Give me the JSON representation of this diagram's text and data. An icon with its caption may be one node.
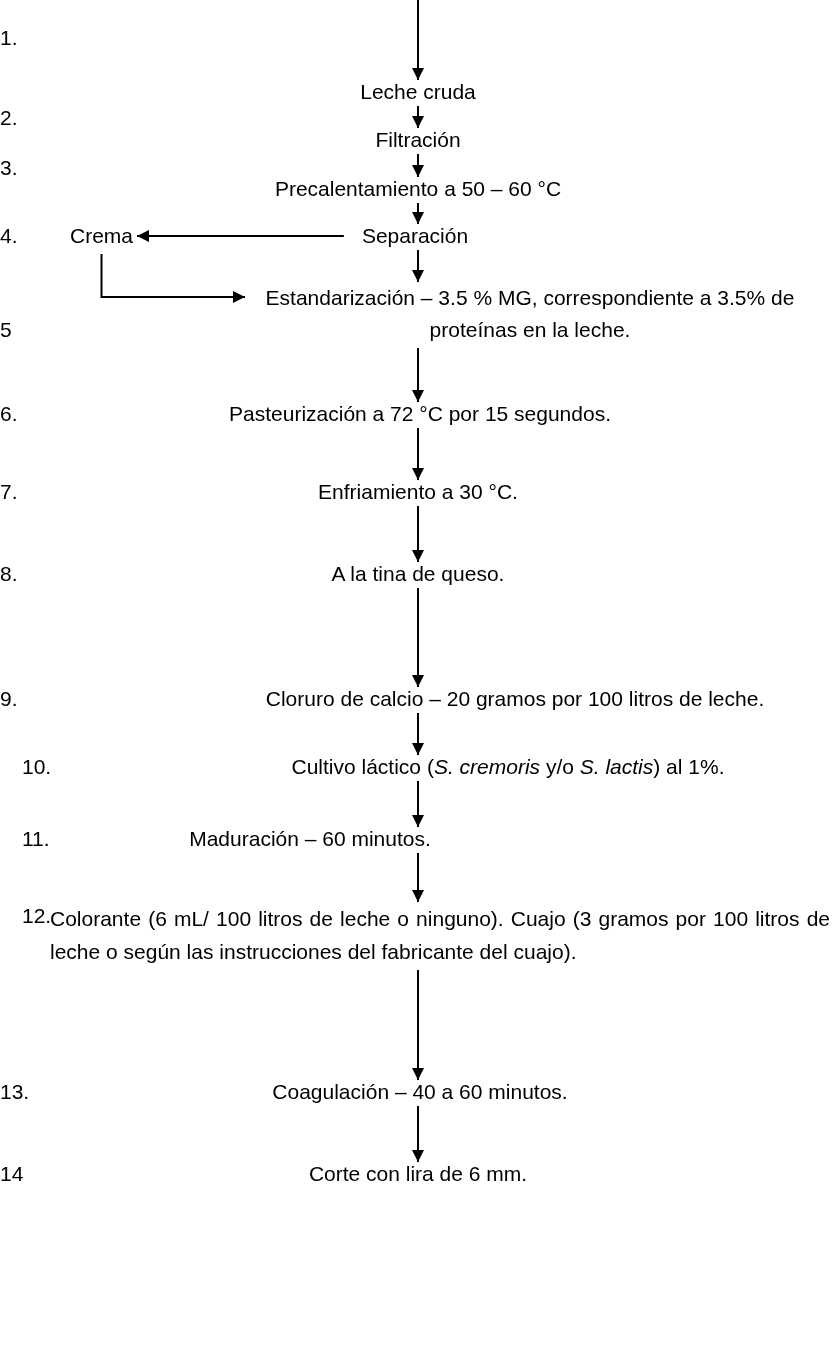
{
  "diagram": {
    "nodes": [
      {
        "text": [
          "Leche cruda"
        ]
      },
      {
        "text": [
          "Filtración"
        ]
      },
      {
        "text": [
          "Precalentamiento a 50 – 60 °C"
        ]
      },
      {
        "text": [
          "Separación"
        ]
      },
      {
        "text": [
          "Crema"
        ]
      },
      {
        "text": [
          "Estandarización – 3.5 %  MG, correspondiente a 3.5% de proteínas en la leche."
        ]
      },
      {
        "text": [
          "Pasteurización a 72 °C  por 15 segundos."
        ]
      },
      {
        "text": [
          "Enfriamiento a 30 °C."
        ]
      },
      {
        "text": [
          "A la tina de queso."
        ]
      },
      {
        "text": [
          "Cloruro de calcio – 20 gramos por 100 litros de leche."
        ]
      },
      {
        "text": [
          "Cultivo láctico (*S. cremoris* y/o *S. lactis*) al 1%."
        ]
      },
      {
        "text": [
          "Maduración – 60 minutos."
        ]
      },
      {
        "text": [
          "Colorante (6 mL/ 100 litros de leche o ninguno). Cuajo (3 gramos por 100 litros de leche o según las instrucciones del fabricante del cuajo)."
        ]
      },
      {
        "text": [
          "Coagulación – 40 a 60 minutos."
        ]
      },
      {
        "text": [
          "Corte con lira de 6 mm."
        ]
      }
    ],
    "edges": [
      {
        "from": null,
        "to": 0,
        "arrow": "to"
      },
      {
        "from": 0,
        "to": 1,
        "arrow": "to"
      },
      {
        "from": 1,
        "to": 2,
        "arrow": "to"
      },
      {
        "from": 2,
        "to": 3,
        "arrow": "to"
      },
      {
        "from": 3,
        "to": 4,
        "arrow": "to"
      },
      {
        "from": 3,
        "to": 5,
        "arrow": "to"
      },
      {
        "from": 4,
        "to": 5,
        "arrow": "to"
      },
      {
        "from": 5,
        "to": 6,
        "arrow": "to"
      },
      {
        "from": 6,
        "to": 7,
        "arrow": "to"
      },
      {
        "from": 7,
        "to": 8,
        "arrow": "to"
      },
      {
        "from": 8,
        "to": 9,
        "arrow": "to"
      },
      {
        "from": 9,
        "to": 10,
        "arrow": "to"
      },
      {
        "from": 10,
        "to": 11,
        "arrow": "to"
      },
      {
        "from": 11,
        "to": 12,
        "arrow": "to"
      },
      {
        "from": 12,
        "to": 13,
        "arrow": "to"
      },
      {
        "from": 13,
        "to": 14,
        "arrow": "to"
      }
    ],
    "labels": [
      "1.",
      "2.",
      "3.",
      "4.",
      "5",
      "6.",
      "7.",
      "8.",
      "9.",
      "10.",
      "11.",
      "12.",
      "13.",
      "14"
    ]
  }
}
